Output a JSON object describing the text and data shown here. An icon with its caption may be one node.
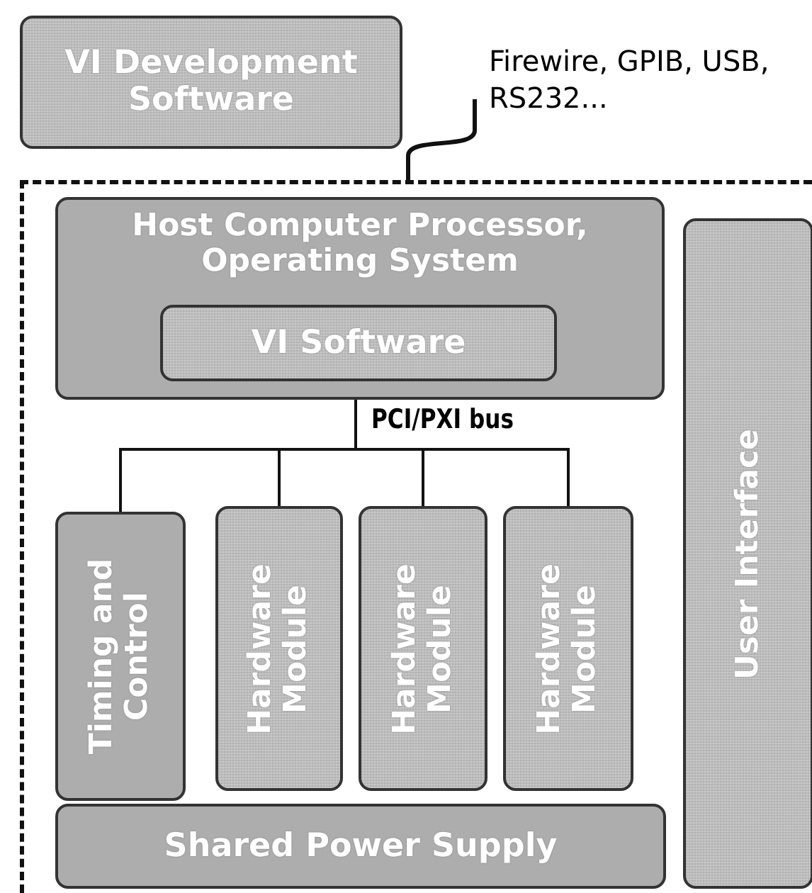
{
  "diagram": {
    "nodes": [
      {
        "text": [
          "VI Development Software"
        ]
      },
      {
        "text": [
          "Firewire, GPIB, USB, RS232..."
        ]
      },
      {
        "text": [],
        "shape": "box"
      },
      {
        "text": [
          "Host Computer Processor, Operating System"
        ],
        "in": 2
      },
      {
        "text": [
          "VI Software"
        ],
        "in": 3
      },
      {
        "text": [
          "Timing and Control"
        ],
        "in": 2
      },
      {
        "text": [
          "Hardware Module"
        ],
        "in": 2
      },
      {
        "text": [
          "Hardware Module"
        ],
        "in": 2
      },
      {
        "text": [
          "Hardware Module"
        ],
        "in": 2
      },
      {
        "text": [
          "Shared Power Supply"
        ],
        "in": 2
      },
      {
        "text": [
          "User Interface"
        ],
        "in": 2
      }
    ],
    "edges": [
      {
        "from": 1,
        "to": 2,
        "arrow": "none"
      },
      {
        "from": 3,
        "to": 5,
        "arrow": "none"
      },
      {
        "from": 3,
        "to": 6,
        "arrow": "none"
      },
      {
        "from": 3,
        "to": 7,
        "arrow": "none"
      },
      {
        "from": 3,
        "to": 8,
        "arrow": "none"
      }
    ],
    "labels": [
      "PCI/PXI bus"
    ]
  }
}
